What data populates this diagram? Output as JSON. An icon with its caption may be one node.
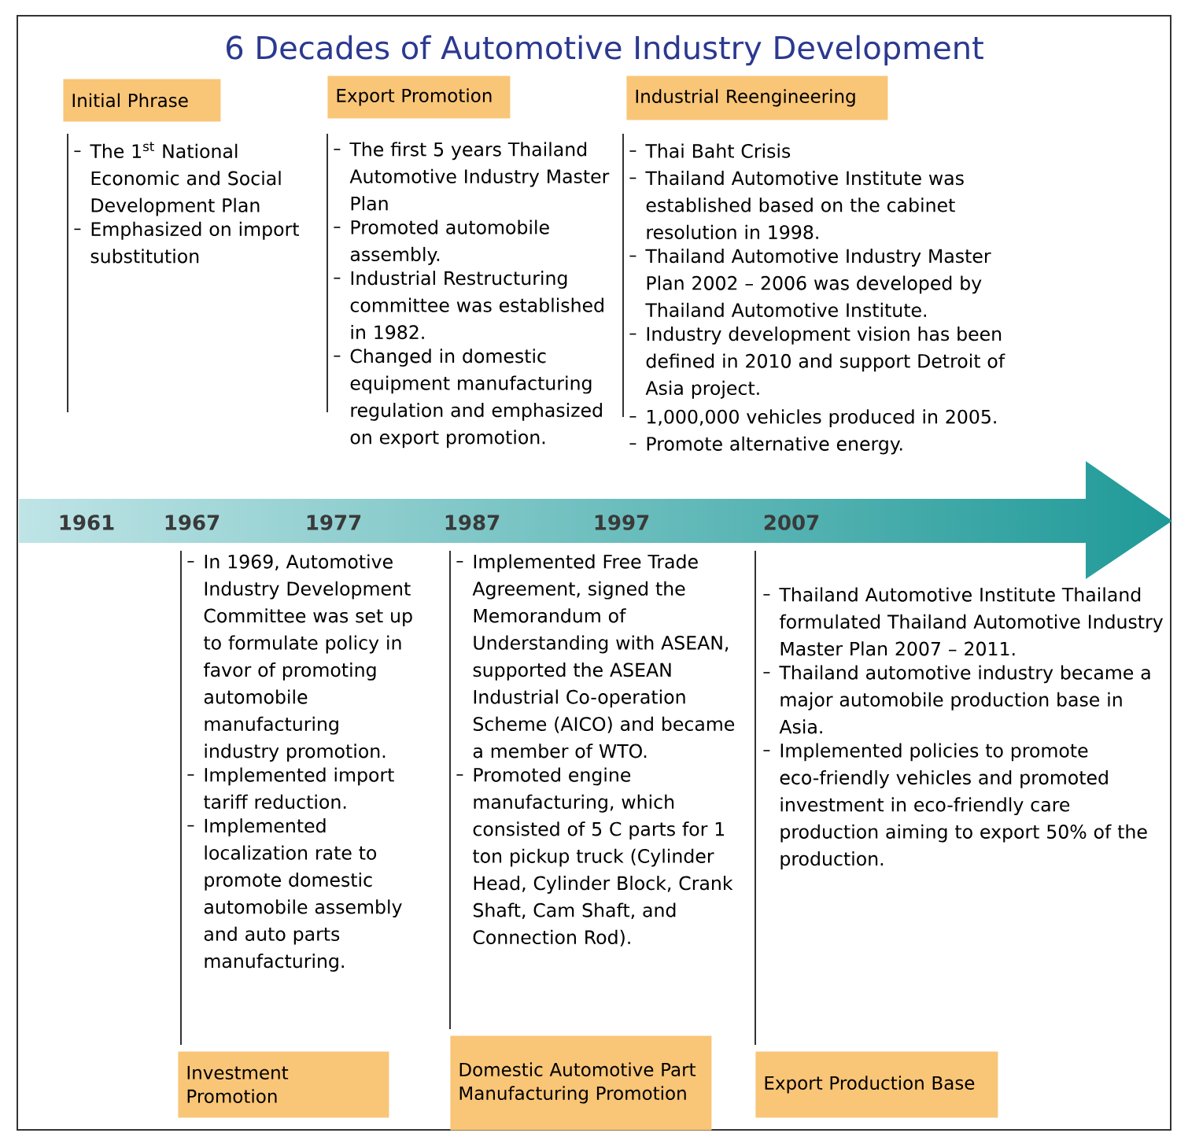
{
  "diagram": {
    "title": "6 Decades of Automotive Industry Development",
    "nodes": [
      {
        "text": [
          "Initial Phrase"
        ],
        "beside": [
          "The 1$^{st}$ National Economic and Social Development Plan",
          "Emphasized on import substitution"
        ]
      },
      {
        "text": [
          "Export Promotion"
        ],
        "beside": [
          "The first 5 years Thailand Automotive Industry Master Plan",
          "Promoted automobile assembly.",
          "Industrial Restructuring committee was established in 1982.",
          "Changed in domestic equipment manufacturing regulation and emphasized on export promotion."
        ]
      },
      {
        "text": [
          "Industrial Reengineering"
        ],
        "beside": [
          "Thai Baht Crisis",
          "Thailand Automotive Institute was established based on the cabinet resolution in 1998.",
          "Thailand Automotive Industry Master Plan 2002 – 2006 was developed by Thailand Automotive Institute.",
          "Industry development vision has been defined in 2010 and support Detroit of Asia project.",
          "1,000,000 vehicles produced in 2005.",
          "Promote alternative energy."
        ]
      },
      {
        "text": [
          "Investment Promotion"
        ],
        "beside": [
          "In 1969, Automotive Industry Development Committee was set up to formulate policy in favor of promoting automobile manufacturing industry promotion.",
          "Implemented import tariff reduction.",
          "Implemented localization rate to promote domestic automobile assembly and auto parts manufacturing."
        ]
      },
      {
        "text": [
          "Domestic Automotive Part Manufacturing Promotion"
        ],
        "beside": [
          "Implemented Free Trade Agreement, signed the Memorandum of Understanding with ASEAN, supported the ASEAN Industrial Co-operation Scheme (AICO) and became a member of WTO.",
          "Promoted engine manufacturing, which consisted of 5 C parts for 1 ton pickup truck (Cylinder Head, Cylinder Block, Crank Shaft, Cam Shaft, and Connection Rod)."
        ]
      },
      {
        "text": [
          "Export Production Base"
        ],
        "beside": [
          "Thailand Automotive Institute Thailand formulated Thailand Automotive Industry Master Plan 2007 – 2011.",
          "Thailand automotive industry became a major automobile production base in Asia.",
          "Implemented policies to promote eco-friendly vehicles and promoted investment in eco-friendly care production aiming to export 50% of the production."
        ]
      }
    ],
    "labels": [
      "1961",
      "1967",
      "1977",
      "1987",
      "1997",
      "2007"
    ]
  }
}
